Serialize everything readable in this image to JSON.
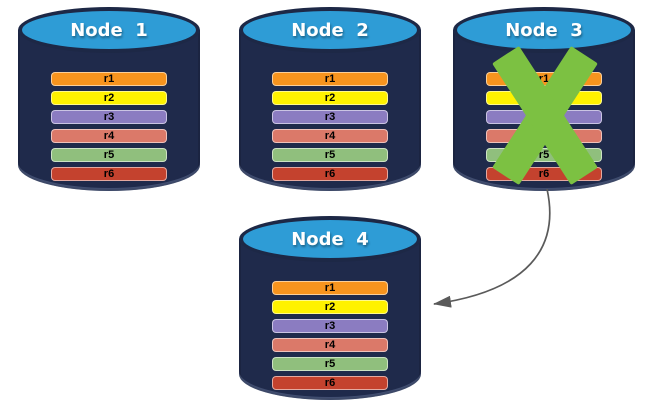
{
  "diagram": {
    "background": "#FFFFFF",
    "cylinder": {
      "body_color": "#1F2A4B",
      "top_color": "#2E9CD6",
      "outline_color": "#1D2846"
    },
    "nodes": [
      {
        "title": "Node  1",
        "failed": false,
        "rows": [
          {
            "label": "r1",
            "color": "#F7941E"
          },
          {
            "label": "r2",
            "color": "#FFF200"
          },
          {
            "label": "r3",
            "color": "#8B7CC1"
          },
          {
            "label": "r4",
            "color": "#DB7969"
          },
          {
            "label": "r5",
            "color": "#90BF7D"
          },
          {
            "label": "r6",
            "color": "#C4422E"
          }
        ]
      },
      {
        "title": "Node  2",
        "failed": false,
        "rows": [
          {
            "label": "r1",
            "color": "#F7941E"
          },
          {
            "label": "r2",
            "color": "#FFF200"
          },
          {
            "label": "r3",
            "color": "#8B7CC1"
          },
          {
            "label": "r4",
            "color": "#DB7969"
          },
          {
            "label": "r5",
            "color": "#90BF7D"
          },
          {
            "label": "r6",
            "color": "#C4422E"
          }
        ]
      },
      {
        "title": "Node  3",
        "failed": true,
        "rows": [
          {
            "label": "r1",
            "color": "#F7941E"
          },
          {
            "label": "r2",
            "color": "#FFF200"
          },
          {
            "label": "r3",
            "color": "#8B7CC1"
          },
          {
            "label": "r4",
            "color": "#DB7969"
          },
          {
            "label": "r5",
            "color": "#90BF7D"
          },
          {
            "label": "r6",
            "color": "#C4422E"
          }
        ]
      },
      {
        "title": "Node  4",
        "failed": false,
        "rows": [
          {
            "label": "r1",
            "color": "#F7941E"
          },
          {
            "label": "r2",
            "color": "#FFF200"
          },
          {
            "label": "r3",
            "color": "#8B7CC1"
          },
          {
            "label": "r4",
            "color": "#DB7969"
          },
          {
            "label": "r5",
            "color": "#90BF7D"
          },
          {
            "label": "r6",
            "color": "#C4422E"
          }
        ]
      }
    ],
    "failure_mark": {
      "icon": "x-cross",
      "color": "#7CC142",
      "on_node": "Node  3"
    },
    "arrow": {
      "color": "#5A5A5A",
      "from": "Node  3",
      "to": "Node  4"
    }
  }
}
